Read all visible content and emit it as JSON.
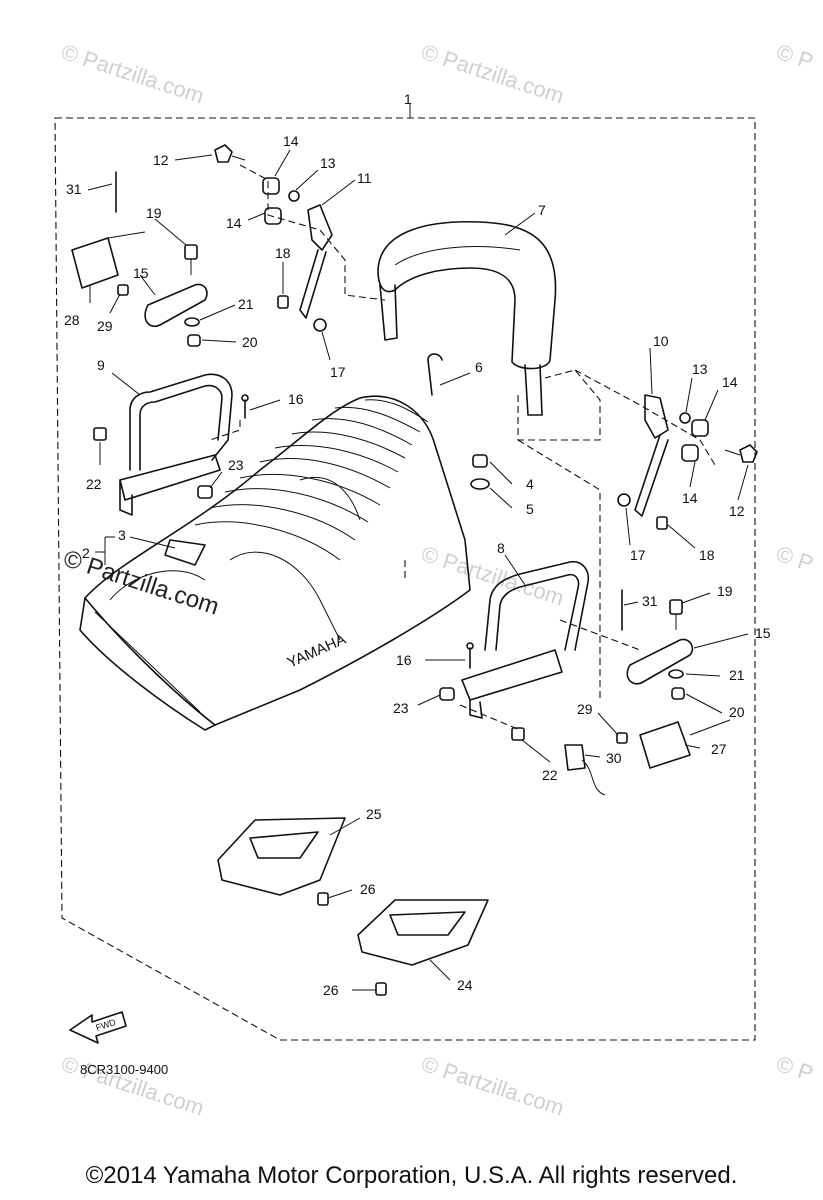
{
  "callouts": {
    "c1": "1",
    "c2": "2",
    "c3": "3",
    "c4": "4",
    "c5": "5",
    "c6": "6",
    "c7": "7",
    "c8": "8",
    "c9": "9",
    "c10": "10",
    "c11": "11",
    "c12a": "12",
    "c12b": "12",
    "c13a": "13",
    "c13b": "13",
    "c14a": "14",
    "c14b": "14",
    "c14c": "14",
    "c14d": "14",
    "c15a": "15",
    "c15b": "15",
    "c16a": "16",
    "c16b": "16",
    "c17a": "17",
    "c17b": "17",
    "c18a": "18",
    "c18b": "18",
    "c19a": "19",
    "c19b": "19",
    "c20a": "20",
    "c20b": "20",
    "c21a": "21",
    "c21b": "21",
    "c22a": "22",
    "c22b": "22",
    "c23a": "23",
    "c23b": "23",
    "c24": "24",
    "c25": "25",
    "c26a": "26",
    "c26b": "26",
    "c27": "27",
    "c28": "28",
    "c29a": "29",
    "c29b": "29",
    "c30": "30",
    "c31a": "31",
    "c31b": "31"
  },
  "fwd_label": "FWD",
  "seat_brand": "YAMAHA",
  "diagram_code": "8CR3100-9400",
  "watermark": "© Partzilla.com",
  "copyright": "©2014  Yamaha Motor Corporation, U.S.A. All rights reserved."
}
